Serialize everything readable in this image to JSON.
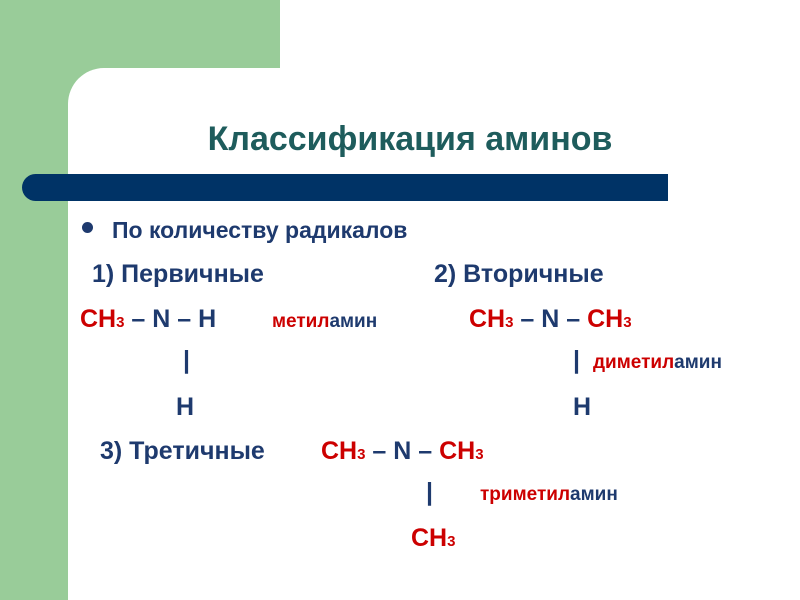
{
  "title": "Классификация аминов",
  "bullet": "По количеству радикалов",
  "primary": {
    "heading": "1) Первичные",
    "formula_ch": "CH",
    "formula_sub": "3",
    "formula_rest": " – N – H",
    "name_red": "метил",
    "name_dark": "амин",
    "bond": "|",
    "atom": "H"
  },
  "secondary": {
    "heading": "2) Вторичные",
    "formula_ch1": "CH",
    "formula_sub1": "3",
    "formula_mid": " – N – ",
    "formula_ch2": "CH",
    "formula_sub2": "3",
    "bond": "|",
    "name_red": "диметил",
    "name_dark": "амин",
    "atom": "H"
  },
  "tertiary": {
    "heading": "3) Третичные",
    "formula_ch1": "CH",
    "formula_sub1": "3",
    "formula_mid": " – N – ",
    "formula_ch2": "CH",
    "formula_sub2": "3",
    "bond": "|",
    "name_red": "триметил",
    "name_dark": "амин",
    "atom_ch": "CH",
    "atom_sub": "3"
  },
  "colors": {
    "accent_green": "#99cc99",
    "bar": "#003366",
    "title": "#1e5c5c",
    "text": "#1e3a6e",
    "red": "#cc0000"
  }
}
